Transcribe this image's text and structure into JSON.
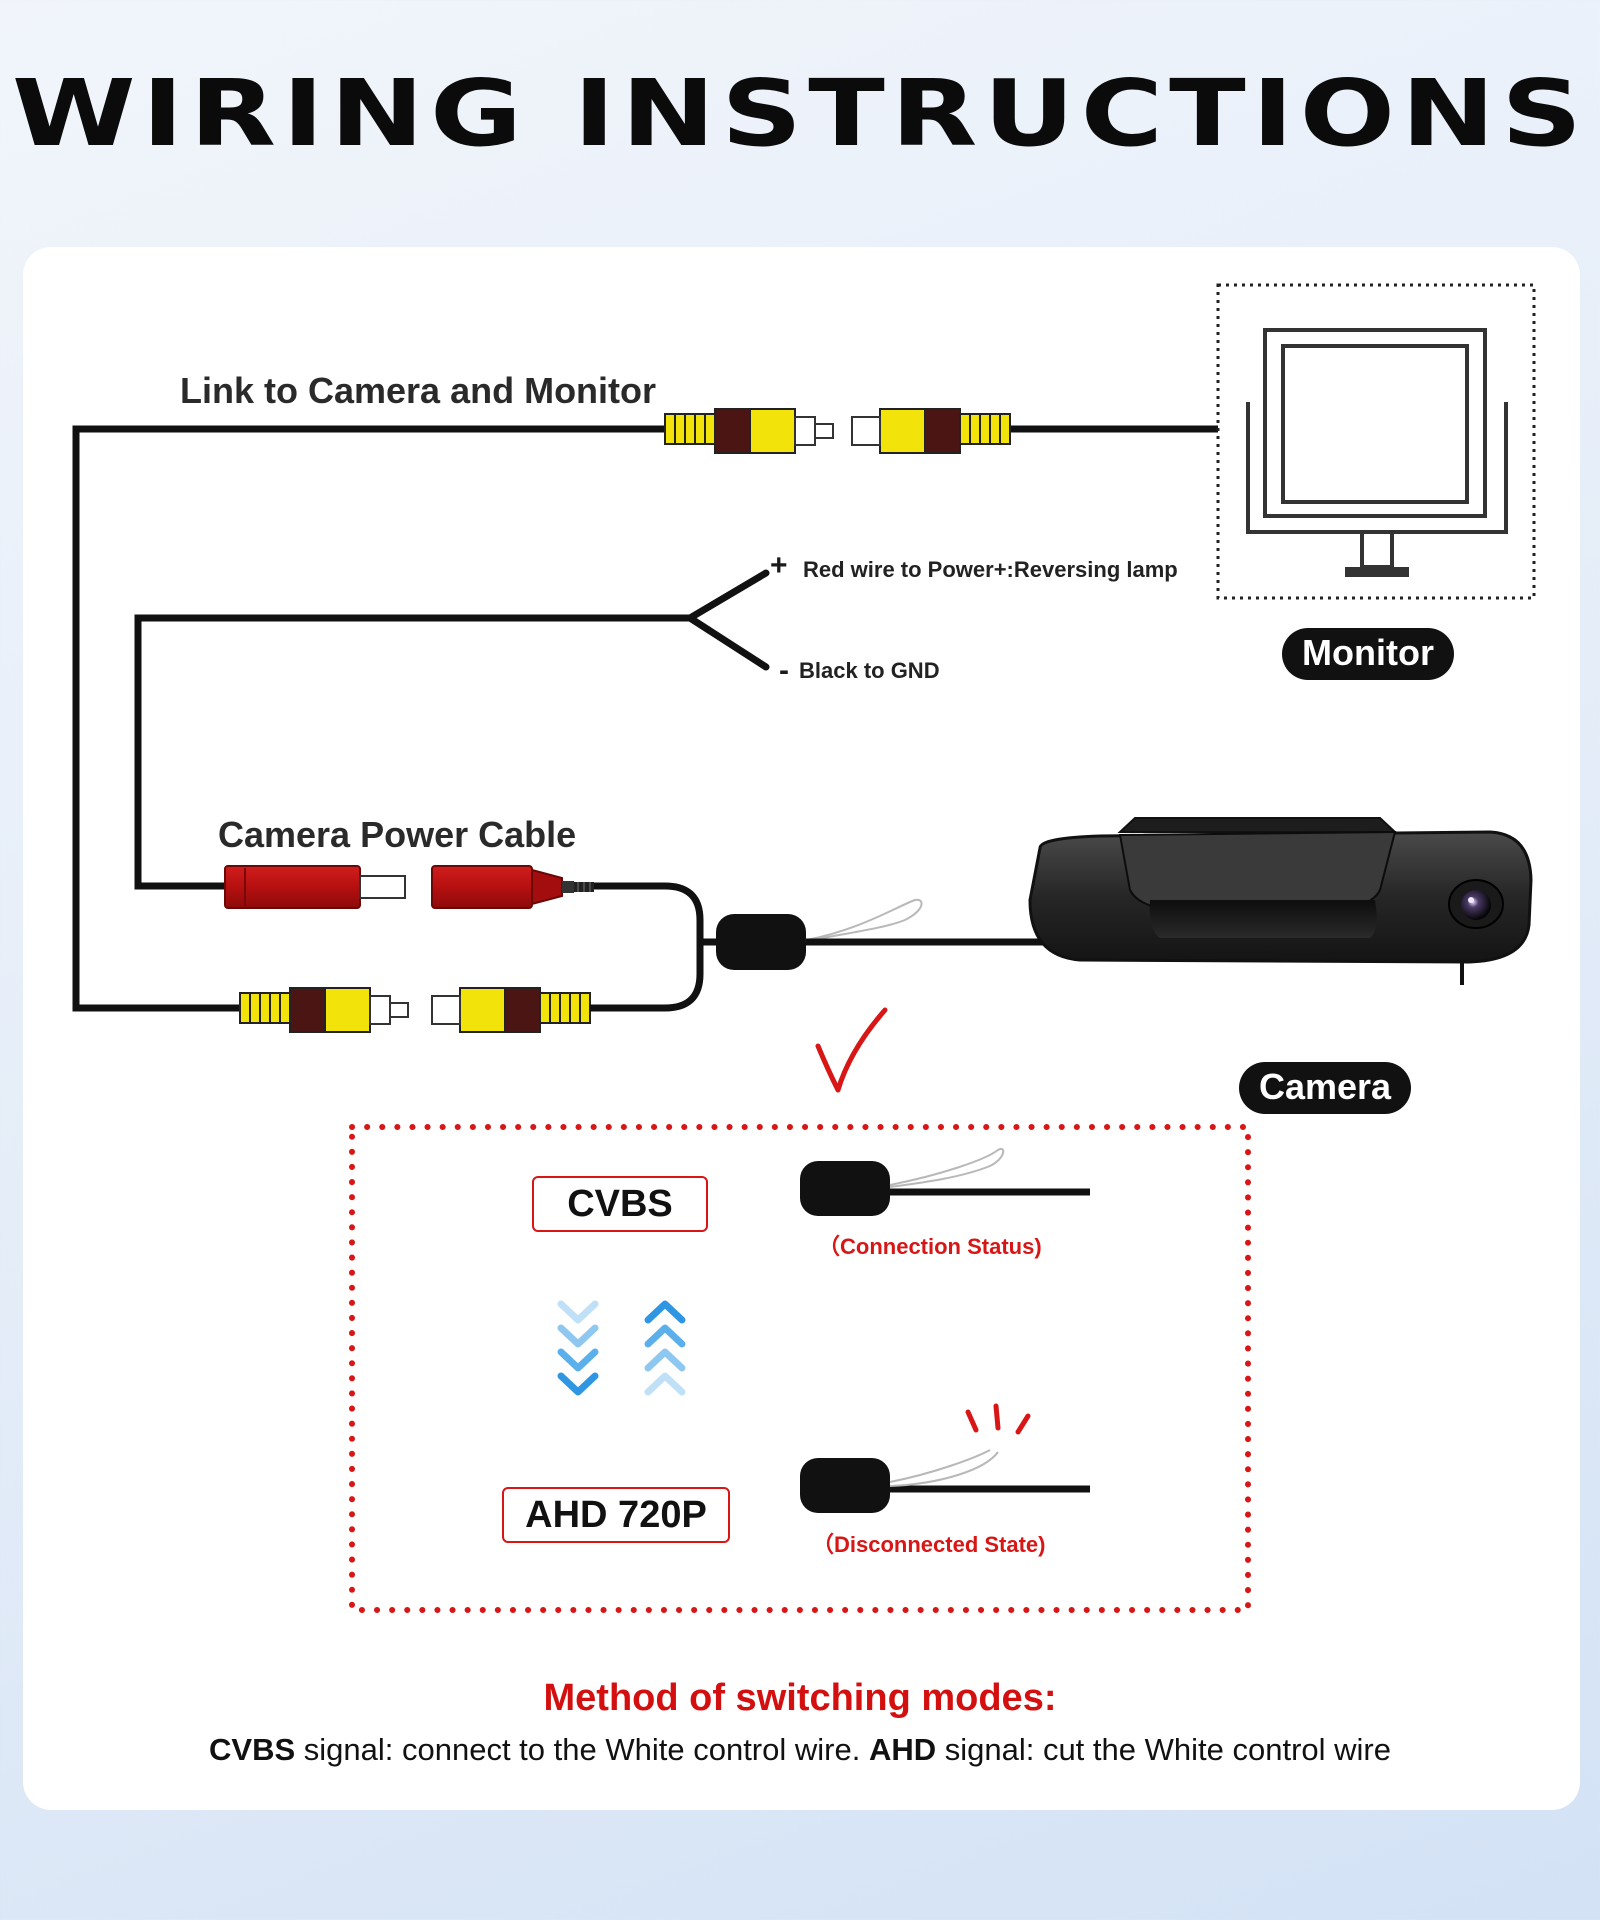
{
  "title": "WIRING INSTRUCTIONS",
  "labels": {
    "link_camera_monitor": "Link to Camera and Monitor",
    "red_wire": "Red wire to Power+:Reversing lamp",
    "black_wire": "Black to GND",
    "plus_sign": "+",
    "minus_sign": "-",
    "camera_power_cable": "Camera Power Cable",
    "monitor": "Monitor",
    "camera": "Camera"
  },
  "modes": {
    "cvbs": "CVBS",
    "ahd": "AHD 720P",
    "connection_status": "（Connection Status)",
    "disconnected_state": "（Disconnected State)"
  },
  "method": {
    "title": "Method of switching modes:",
    "cvbs_term": "CVBS",
    "cvbs_text": " signal: connect to the White control wire. ",
    "ahd_term": "AHD",
    "ahd_text": " signal: cut the White control wire"
  },
  "colors": {
    "accent_red": "#d81616",
    "rca_yellow": "#f2e40a",
    "rca_brown": "#4a1512",
    "power_red": "#b31313",
    "arrow_blue": "#3aa0e8",
    "cable_black": "#111111"
  },
  "icons": [
    "monitor-icon",
    "camera-icon",
    "rca-plug-icon",
    "dc-power-plug-icon",
    "chevron-down-icon",
    "chevron-up-icon",
    "check-mark-icon",
    "cut-spark-icon"
  ]
}
